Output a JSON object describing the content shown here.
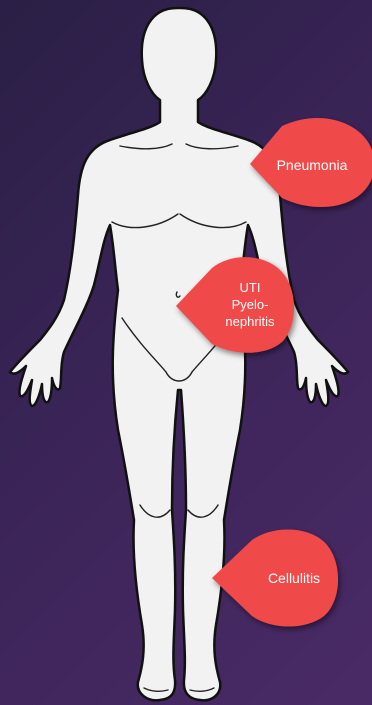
{
  "callouts": {
    "pneumonia": {
      "label": "Pneumonia"
    },
    "uti": {
      "lines": [
        "UTI",
        "Pyelo-",
        "nephritis"
      ]
    },
    "cellulitis": {
      "label": "Cellulitis"
    }
  },
  "colors": {
    "background_start": "#2a1f45",
    "background_end": "#4a2a66",
    "body_fill": "#f2f2f2",
    "body_outline": "#111111",
    "callout": "#f04848"
  }
}
